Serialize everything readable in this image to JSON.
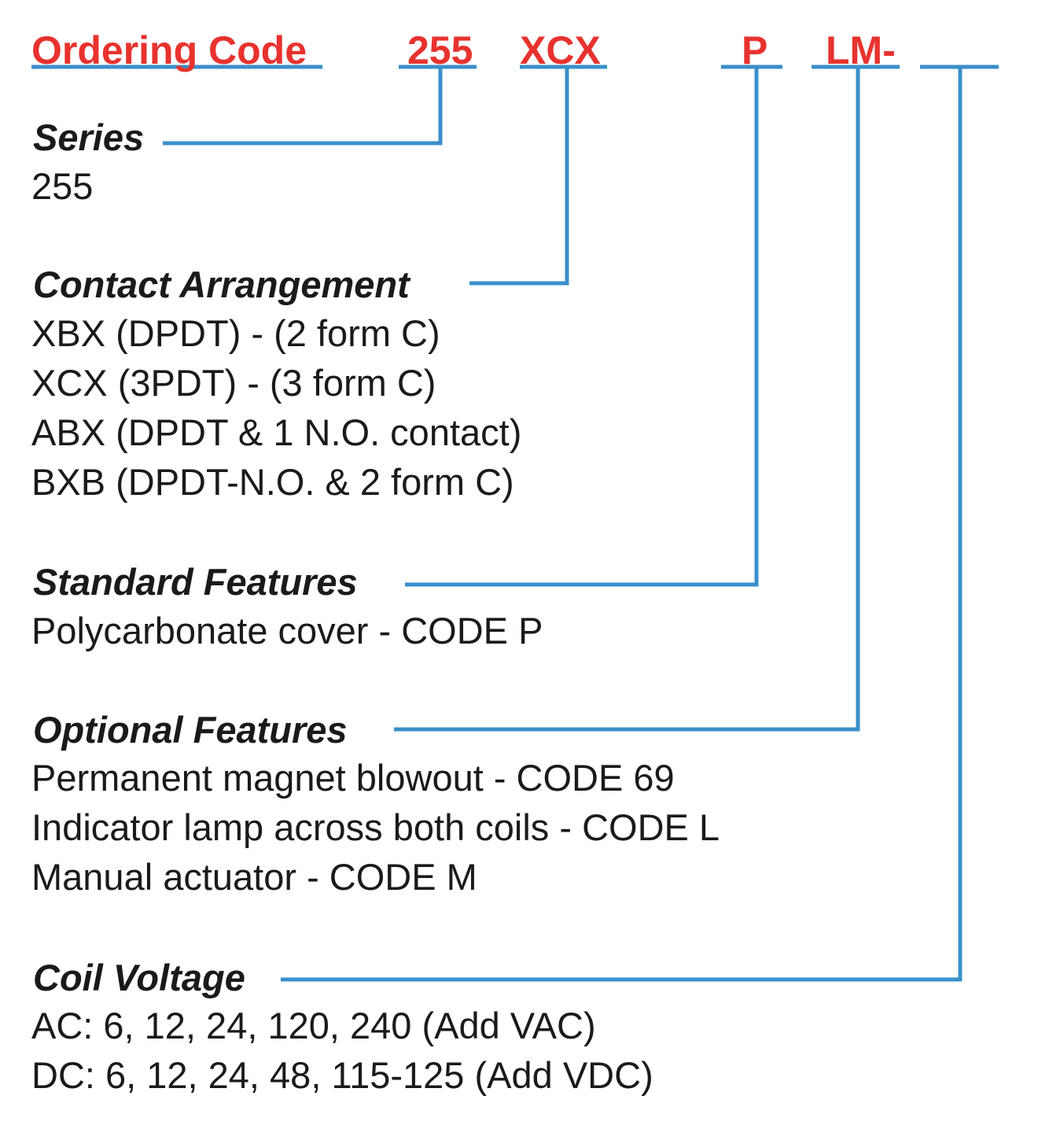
{
  "colors": {
    "code_text": "#e8322d",
    "connector_line": "#3a8fcb",
    "body_text": "#1a1a1a"
  },
  "ordering_code": {
    "label": "Ordering Code",
    "segments": [
      "255",
      "XCX",
      "P",
      "LM-",
      ""
    ]
  },
  "sections": [
    {
      "heading": "Series",
      "lines": [
        "255"
      ]
    },
    {
      "heading": "Contact Arrangement",
      "lines": [
        "XBX (DPDT) - (2 form C)",
        "XCX (3PDT) - (3 form C)",
        "ABX (DPDT & 1 N.O. contact)",
        "BXB (DPDT-N.O. & 2 form C)"
      ]
    },
    {
      "heading": "Standard Features",
      "lines": [
        "Polycarbonate cover - CODE P"
      ]
    },
    {
      "heading": "Optional Features",
      "lines": [
        "Permanent magnet blowout - CODE 69",
        "Indicator lamp across both coils - CODE L",
        "Manual actuator - CODE M"
      ]
    },
    {
      "heading": "Coil Voltage",
      "lines": [
        "AC: 6, 12, 24, 120, 240 (Add VAC)",
        "DC: 6, 12, 24, 48, 115-125 (Add VDC)"
      ]
    }
  ]
}
